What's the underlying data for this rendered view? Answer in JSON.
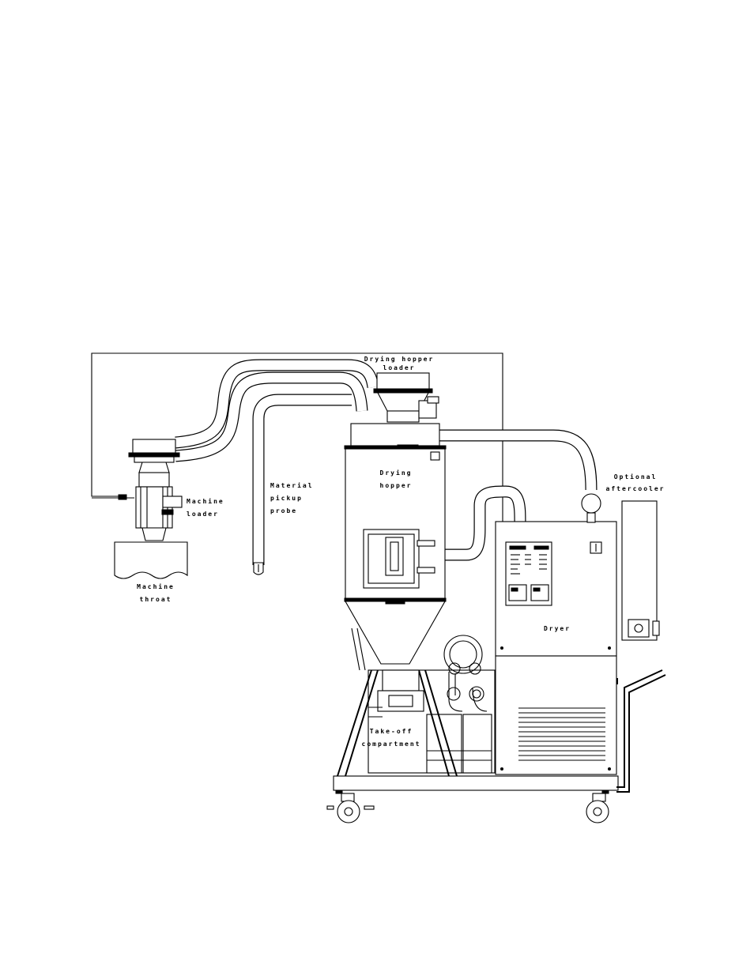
{
  "labels": {
    "drying_hopper_loader": [
      "Drying hopper",
      "loader"
    ],
    "drying_hopper": [
      "Drying",
      "hopper"
    ],
    "machine_loader": [
      "Machine",
      "loader"
    ],
    "material_pickup_probe": [
      "Material",
      "pickup",
      "probe"
    ],
    "machine_throat": [
      "Machine",
      "throat"
    ],
    "optional_aftercooler": [
      "Optional",
      "aftercooler"
    ],
    "dryer": "Dryer",
    "take_off_compartment": [
      "Take-off",
      "compartment"
    ]
  },
  "colors": {
    "line": "#000000",
    "background": "#ffffff"
  }
}
